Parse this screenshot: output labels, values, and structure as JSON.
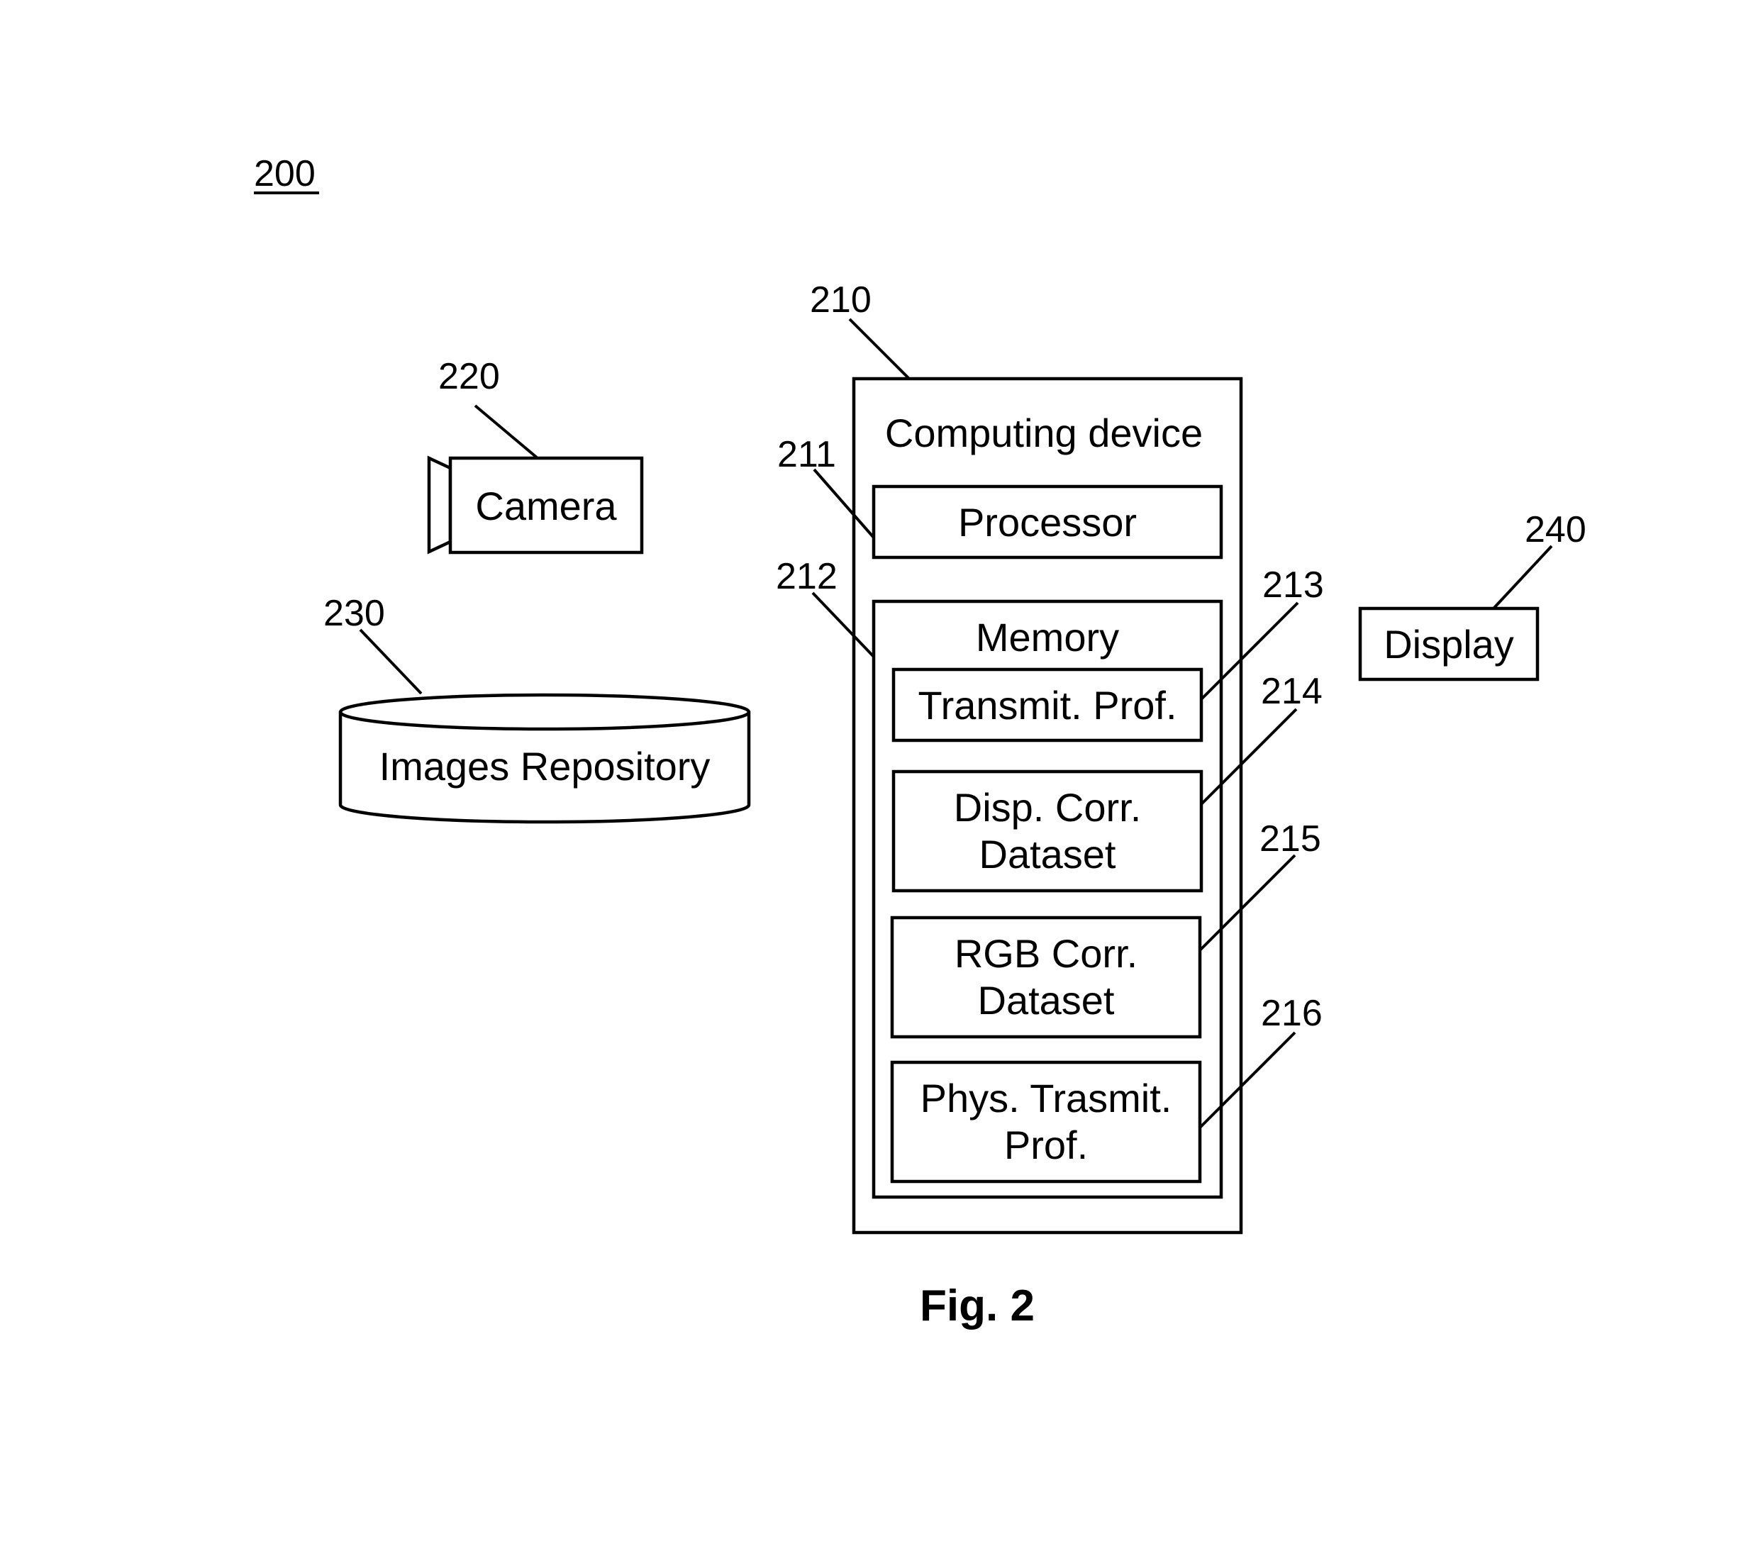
{
  "figure": {
    "number_label": "200",
    "caption": "Fig. 2"
  },
  "camera": {
    "ref": "220",
    "label": "Camera"
  },
  "repository": {
    "ref": "230",
    "label": "Images Repository"
  },
  "computing_device": {
    "ref": "210",
    "title": "Computing device",
    "processor": {
      "ref": "211",
      "label": "Processor"
    },
    "memory": {
      "ref": "212",
      "title": "Memory",
      "items": [
        {
          "ref": "213",
          "lines": [
            "Transmit. Prof."
          ]
        },
        {
          "ref": "214",
          "lines": [
            "Disp. Corr.",
            "Dataset"
          ]
        },
        {
          "ref": "215",
          "lines": [
            "RGB Corr.",
            "Dataset"
          ]
        },
        {
          "ref": "216",
          "lines": [
            "Phys. Trasmit.",
            "Prof."
          ]
        }
      ]
    }
  },
  "display": {
    "ref": "240",
    "label": "Display"
  }
}
